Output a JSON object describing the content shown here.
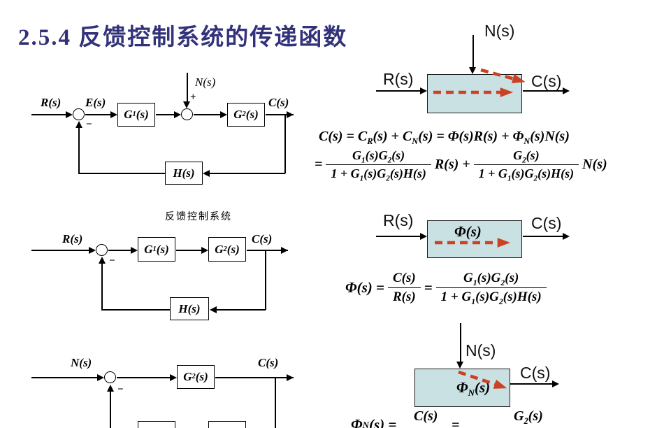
{
  "title": "2.5.4  反馈控制系统的传递函数",
  "colors": {
    "title_text": "#32327a",
    "block_fill": "#c9e1e3",
    "signal_red": "#cc4125",
    "line_black": "#000000"
  },
  "left_column": {
    "caption": "反馈控制系统",
    "d1": {
      "r": "R(s)",
      "e": "E(s)",
      "n": "N(s)",
      "c": "C(s)",
      "plus": "+",
      "minus": "−",
      "g1": [
        [
          "t",
          "G"
        ],
        [
          "s",
          "1"
        ],
        [
          "t",
          "(s)"
        ]
      ],
      "g2": [
        [
          "t",
          "G"
        ],
        [
          "s",
          "2"
        ],
        [
          "t",
          "(s)"
        ]
      ],
      "h": [
        [
          "t",
          "H(s)"
        ]
      ]
    },
    "d2": {
      "r": "R(s)",
      "c": "C(s)",
      "minus": "−",
      "g1": [
        [
          "t",
          "G"
        ],
        [
          "s",
          "1"
        ],
        [
          "t",
          "(s)"
        ]
      ],
      "g2": [
        [
          "t",
          "G"
        ],
        [
          "s",
          "2"
        ],
        [
          "t",
          "(s)"
        ]
      ],
      "h": [
        [
          "t",
          "H(s)"
        ]
      ]
    },
    "d3": {
      "n": "N(s)",
      "c": "C(s)",
      "minus": "−",
      "g2": [
        [
          "t",
          "G"
        ],
        [
          "s",
          "2"
        ],
        [
          "t",
          "(s)"
        ]
      ]
    }
  },
  "right_column": {
    "b1": {
      "n": "N(s)",
      "r": "R(s)",
      "c": "C(s)"
    },
    "b2": {
      "r": "R(s)",
      "c": "C(s)",
      "phi": [
        [
          "t",
          "Φ(s)"
        ]
      ]
    },
    "b3": {
      "n": "N(s)",
      "c": "C(s)",
      "phi_n": [
        [
          "t",
          "Φ"
        ],
        [
          "s",
          "N"
        ],
        [
          "t",
          "(s)"
        ]
      ]
    },
    "eq1": [
      [
        "t",
        "C(s) = C"
      ],
      [
        "s",
        "R"
      ],
      [
        "t",
        "(s) + C"
      ],
      [
        "s",
        "N"
      ],
      [
        "t",
        "(s) = Φ(s)R(s) + Φ"
      ],
      [
        "s",
        "N"
      ],
      [
        "t",
        "(s)N(s)"
      ]
    ],
    "eq2": {
      "eq": "=",
      "f1n": [
        [
          "t",
          "G"
        ],
        [
          "s",
          "1"
        ],
        [
          "t",
          "(s)G"
        ],
        [
          "s",
          "2"
        ],
        [
          "t",
          "(s)"
        ]
      ],
      "f1d": [
        [
          "t",
          "1 + G"
        ],
        [
          "s",
          "1"
        ],
        [
          "t",
          "(s)G"
        ],
        [
          "s",
          "2"
        ],
        [
          "t",
          "(s)H(s)"
        ]
      ],
      "mid": "R(s) +",
      "f2n": [
        [
          "t",
          "G"
        ],
        [
          "s",
          "2"
        ],
        [
          "t",
          "(s)"
        ]
      ],
      "f2d": [
        [
          "t",
          "1 + G"
        ],
        [
          "s",
          "1"
        ],
        [
          "t",
          "(s)G"
        ],
        [
          "s",
          "2"
        ],
        [
          "t",
          "(s)H(s)"
        ]
      ],
      "tail": "N(s)"
    },
    "eq3": {
      "lhs": [
        [
          "t",
          "Φ(s) ="
        ]
      ],
      "f1n": [
        [
          "t",
          "C(s)"
        ]
      ],
      "f1d": [
        [
          "t",
          "R(s)"
        ]
      ],
      "eq": "=",
      "f2n": [
        [
          "t",
          "G"
        ],
        [
          "s",
          "1"
        ],
        [
          "t",
          "(s)G"
        ],
        [
          "s",
          "2"
        ],
        [
          "t",
          "(s)"
        ]
      ],
      "f2d": [
        [
          "t",
          "1 + G"
        ],
        [
          "s",
          "1"
        ],
        [
          "t",
          "(s)G"
        ],
        [
          "s",
          "2"
        ],
        [
          "t",
          "(s)H(s)"
        ]
      ]
    },
    "eq4": {
      "lhs": [
        [
          "t",
          "Φ"
        ],
        [
          "s",
          "N"
        ],
        [
          "t",
          "(s) ="
        ]
      ],
      "f1n": [
        [
          "t",
          "C(s)"
        ]
      ],
      "eq": "=",
      "f2n": [
        [
          "t",
          "G"
        ],
        [
          "s",
          "2"
        ],
        [
          "t",
          "(s)"
        ]
      ]
    }
  }
}
